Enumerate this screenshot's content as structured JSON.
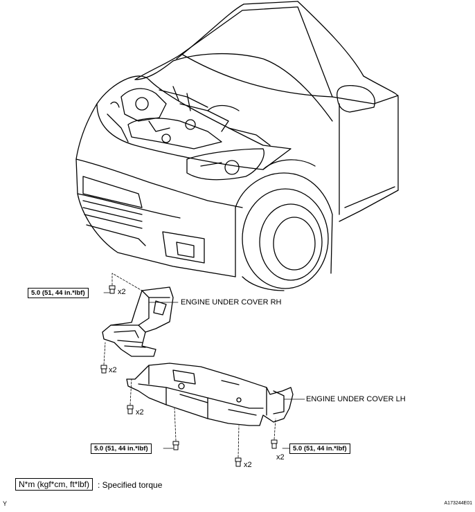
{
  "torque_labels": {
    "rh_top": "5.0 (51, 44 in.*lbf)",
    "bottom_mid": "5.0 (51, 44 in.*lbf)",
    "lh_right": "5.0 (51, 44 in.*lbf)"
  },
  "quantities": {
    "rh_top": "x2",
    "rh_bottom": "x2",
    "lh_left": "x2",
    "bottom_center": "x2",
    "lh_right": "x2"
  },
  "part_labels": {
    "rh": "ENGINE UNDER COVER RH",
    "lh": "ENGINE UNDER COVER LH"
  },
  "legend": {
    "unit": "N*m (kgf*cm, ft*lbf)",
    "meaning": ": Specified torque"
  },
  "codes": {
    "left": "Y",
    "right": "A173244E01"
  }
}
